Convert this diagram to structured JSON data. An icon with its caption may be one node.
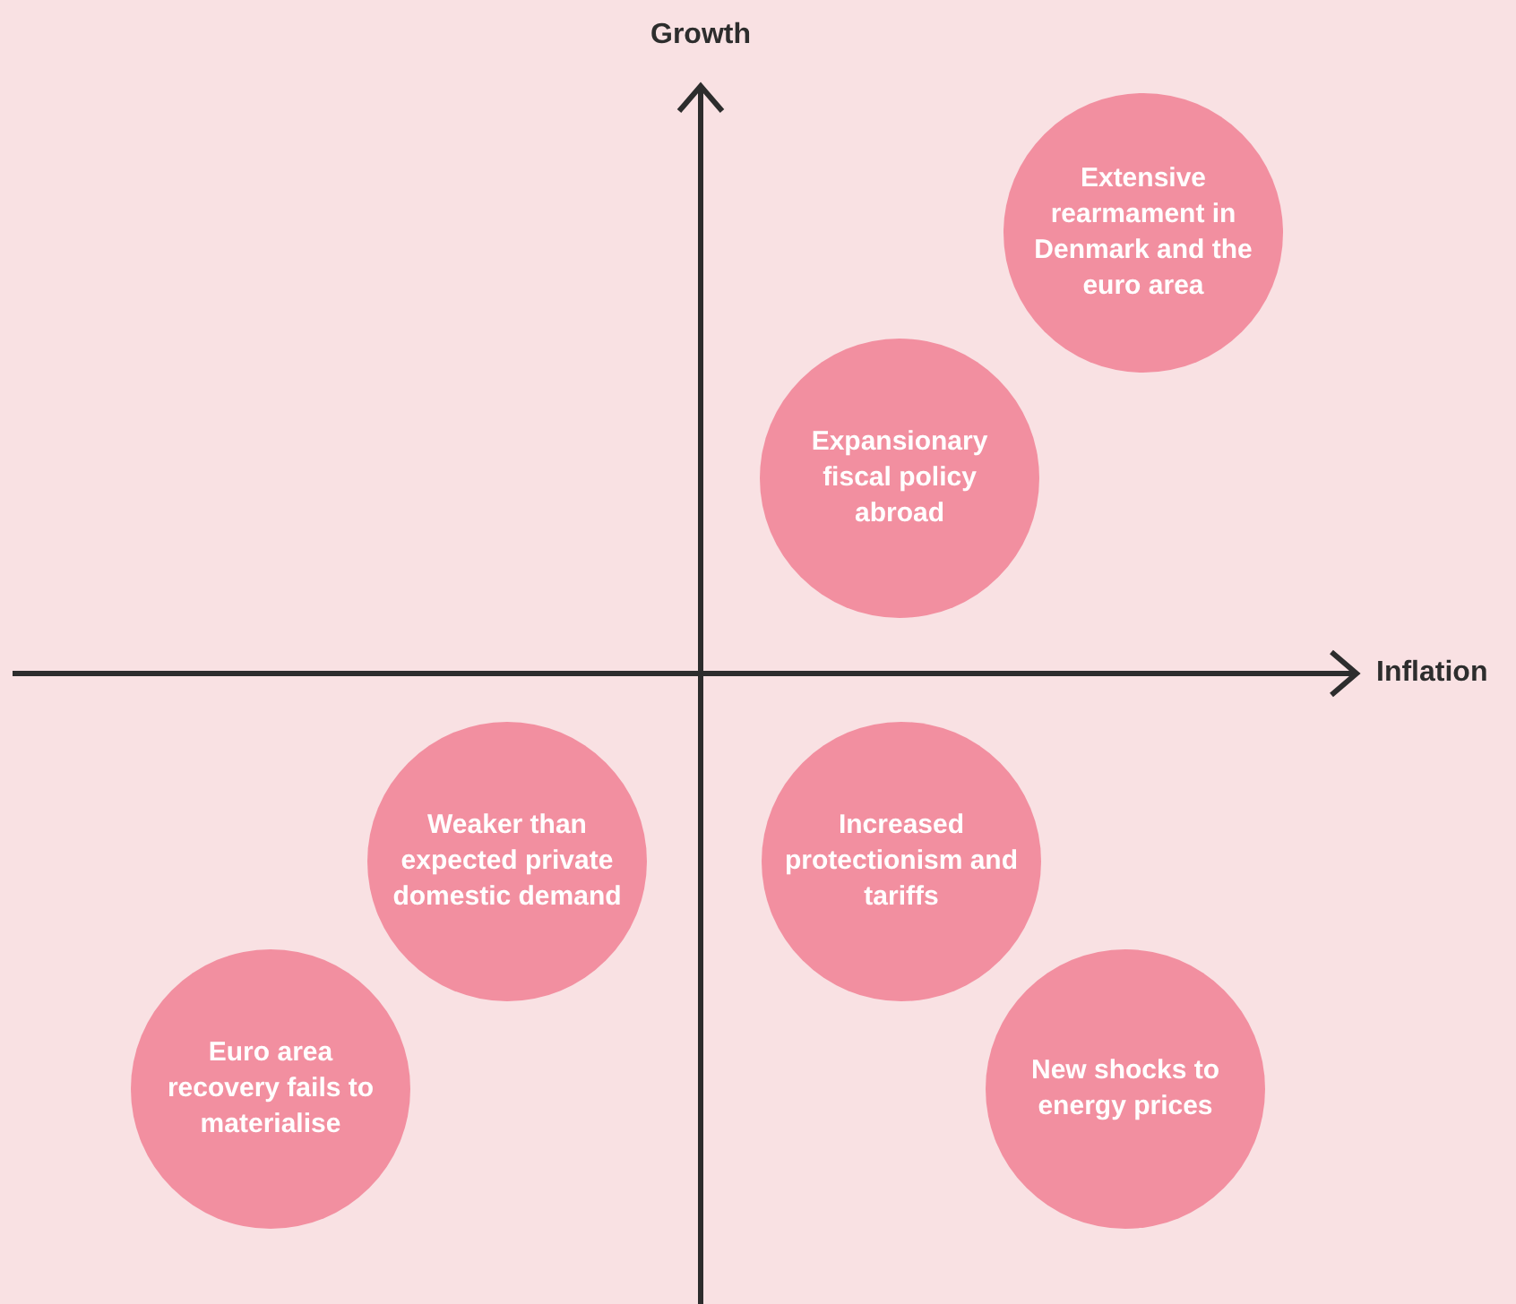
{
  "diagram": {
    "nodes": [
      {
        "text": [
          "Extensive rearmament in Denmark and the euro area"
        ]
      },
      {
        "text": [
          "Expansionary fiscal policy abroad"
        ]
      },
      {
        "text": [
          "Weaker than expected private domestic demand"
        ]
      },
      {
        "text": [
          "Increased protectionism and tariffs"
        ]
      },
      {
        "text": [
          "Euro area recovery fails to materialise"
        ]
      },
      {
        "text": [
          "New shocks to energy prices"
        ]
      }
    ],
    "labels": [
      "Growth",
      "Inflation"
    ]
  }
}
